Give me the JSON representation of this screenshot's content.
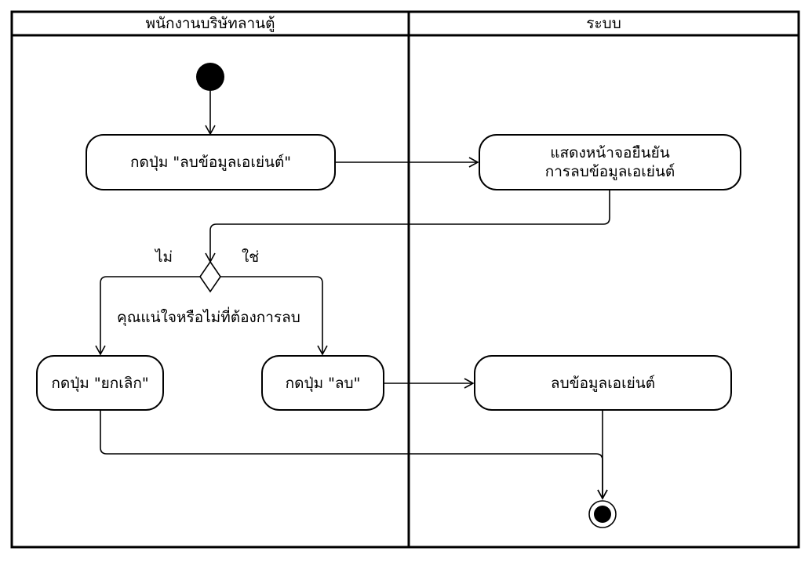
{
  "swimlanes": {
    "left_title": "พนักงานบริษัทลานตู้",
    "right_title": "ระบบ"
  },
  "actions": {
    "press_delete_agent": "กดปุ่ม \"ลบข้อมูลเอเย่นต์\"",
    "show_confirm_line1": "แสดงหน้าจอยืนยัน",
    "show_confirm_line2": "การลบข้อมูลเอเย่นต์",
    "press_cancel": "กดปุ่ม \"ยกเลิก\"",
    "press_delete": "กดปุ่ม \"ลบ\"",
    "delete_agent_data": "ลบข้อมูลเอเย่นต์"
  },
  "decision": {
    "question": "คุณแน่ใจหรือไม่ที่ต้องการลบ",
    "no_label": "ไม่",
    "yes_label": "ใช่"
  }
}
